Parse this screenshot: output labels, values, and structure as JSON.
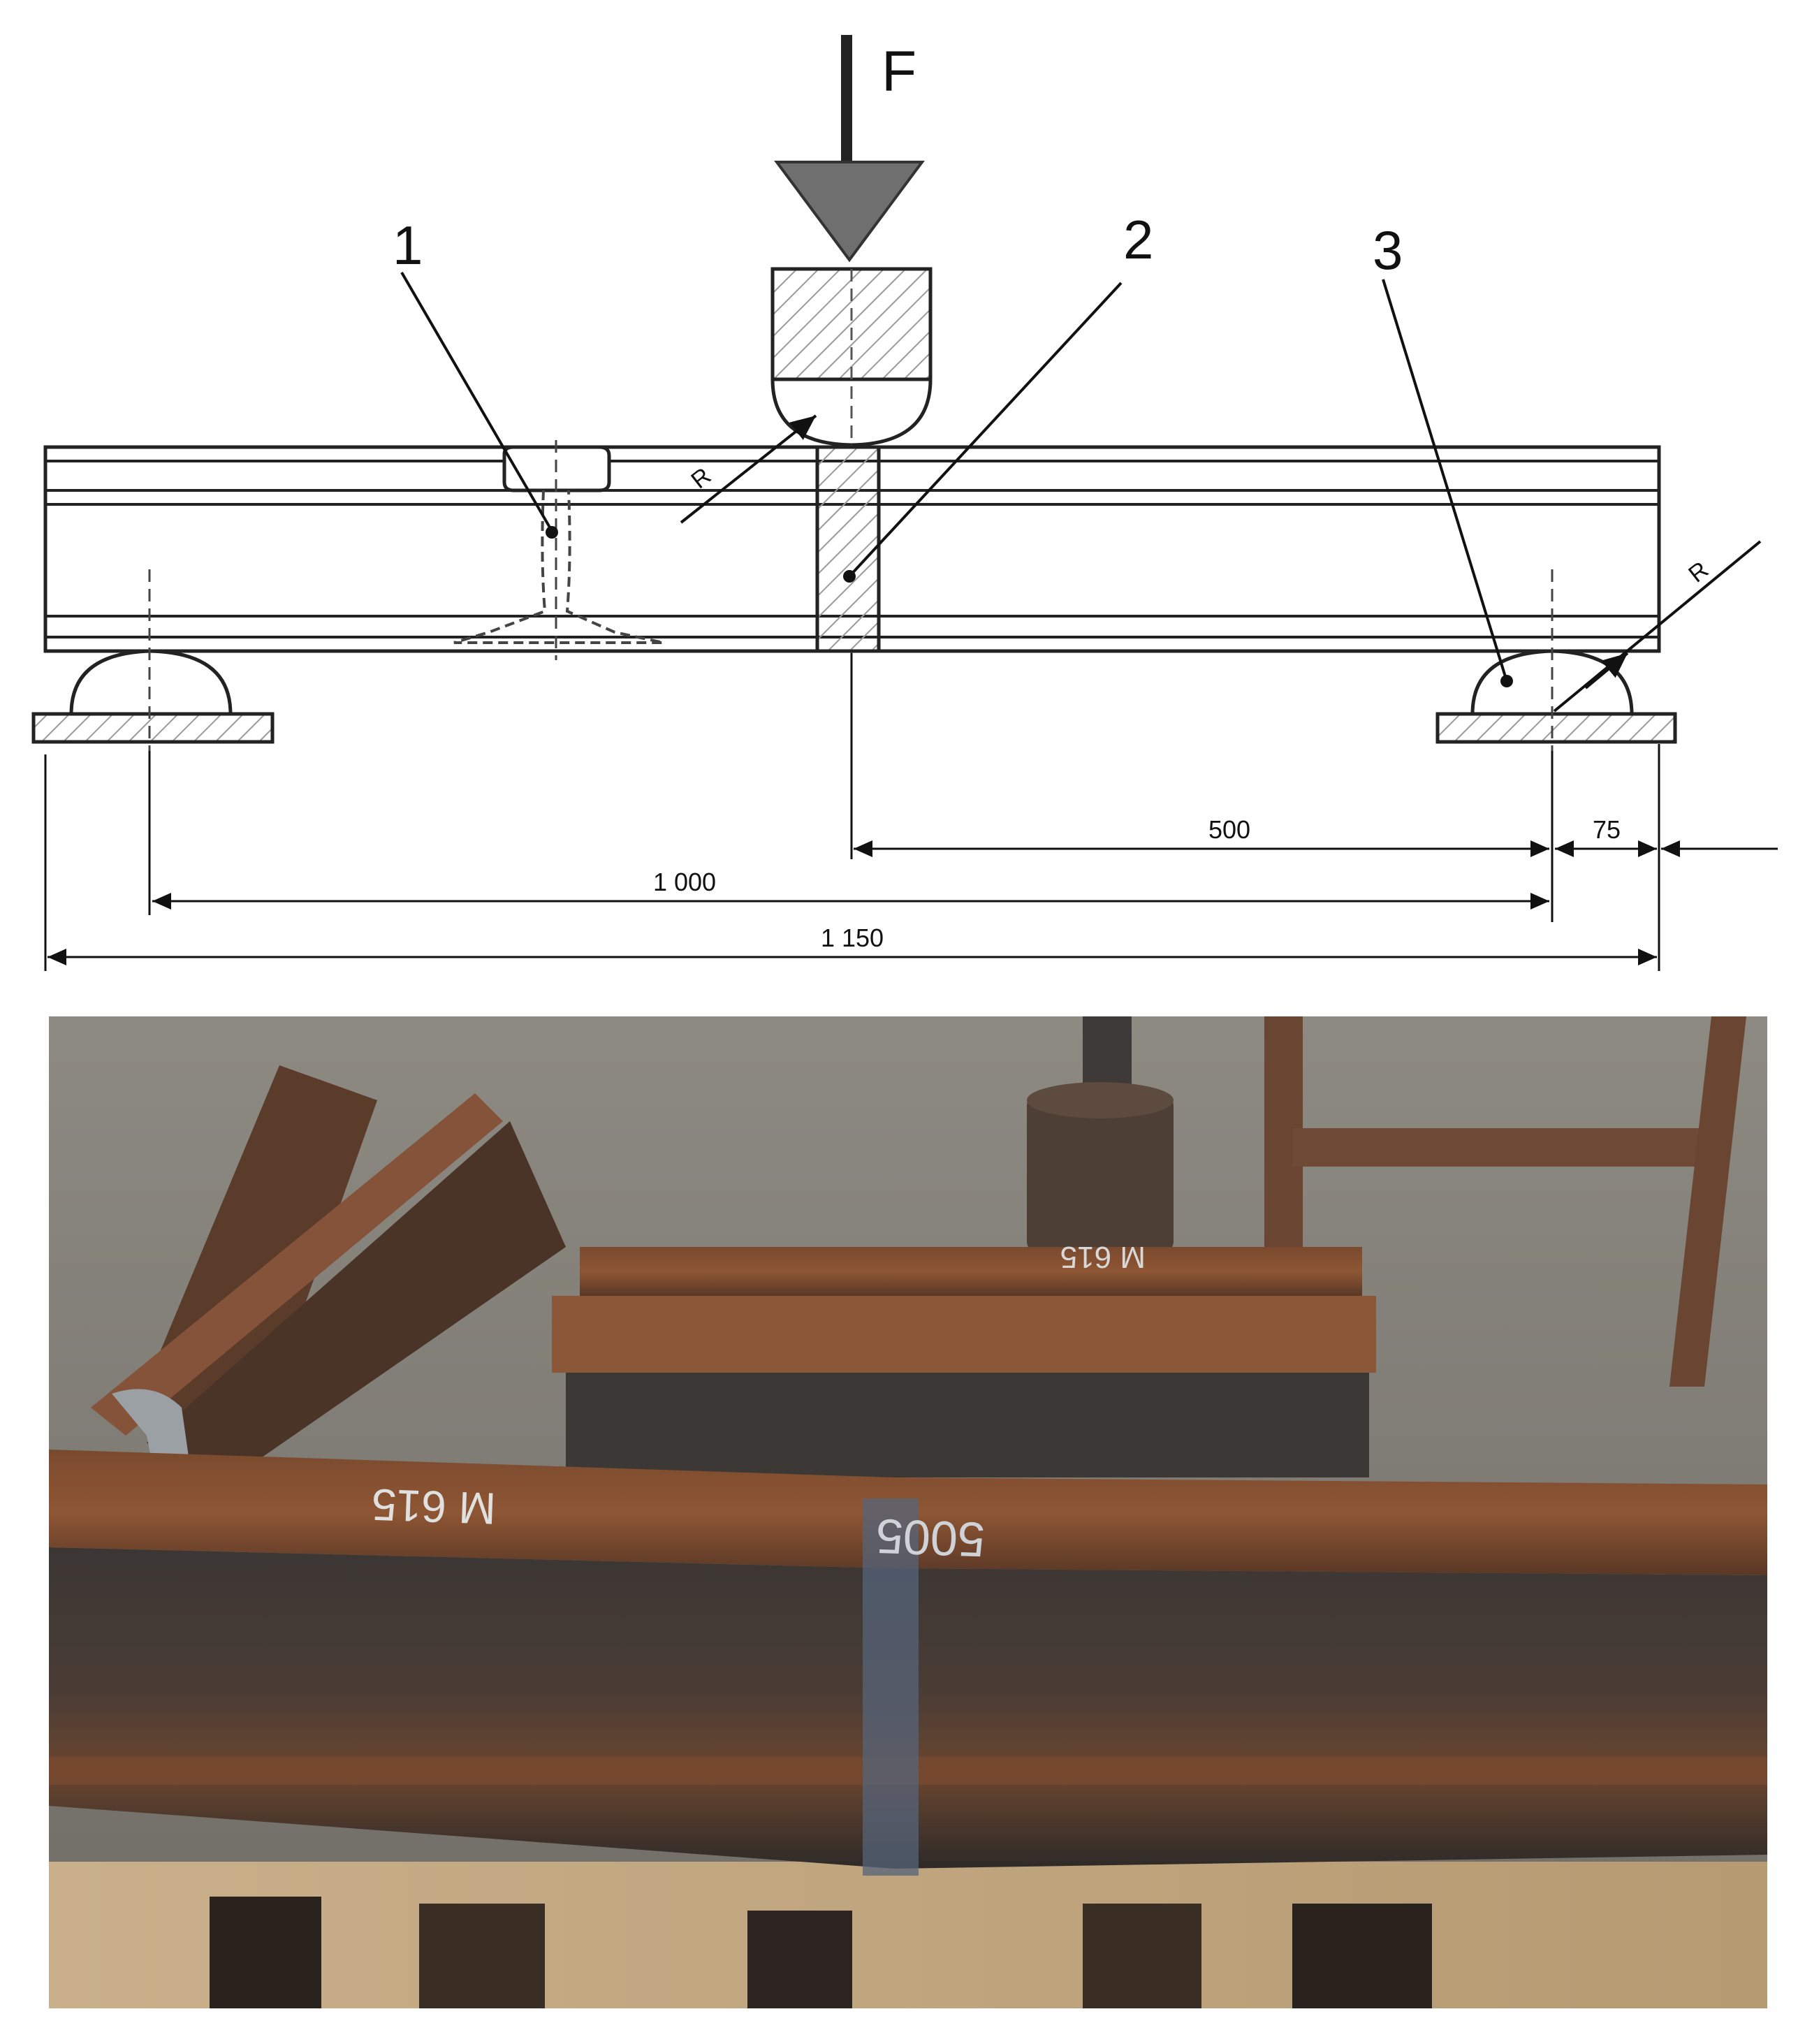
{
  "diagram": {
    "force_label": "F",
    "callouts": [
      "1",
      "2",
      "3"
    ],
    "radius_labels": [
      "R",
      "R"
    ],
    "dimensions": {
      "span_center_to_support": "500",
      "overhang": "75",
      "support_span": "1 000",
      "total_length": "1 150"
    }
  },
  "photo": {
    "rail_markings": [
      "M 615",
      "M 615"
    ],
    "weld_marking": "5005"
  }
}
